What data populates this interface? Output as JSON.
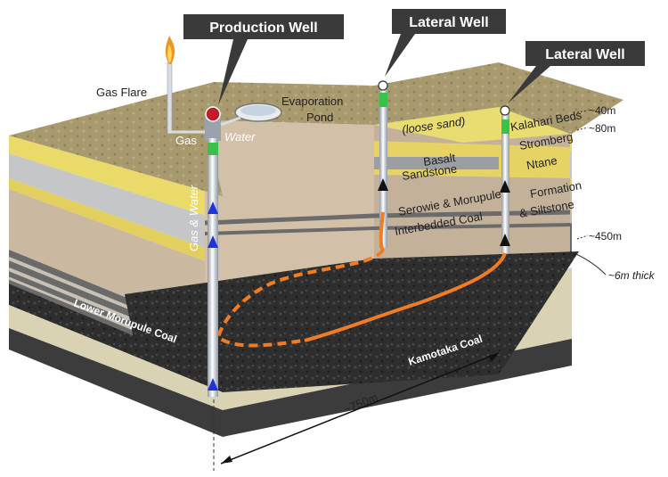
{
  "wells": {
    "production_label": "Production Well",
    "lateral_label_1": "Lateral Well",
    "lateral_label_2": "Lateral Well"
  },
  "surface": {
    "gas_flare": "Gas Flare",
    "evaporation_pond_line1": "Evaporation",
    "evaporation_pond_line2": "Pond",
    "gas": "Gas",
    "water": "Water",
    "gas_and_water": "Gas & Water"
  },
  "layers": {
    "loose_sand": "(loose sand)",
    "kalahari_beds": "Kalahari Beds",
    "stromberg": "Stromberg",
    "basalt": "Basalt",
    "ntane": "Ntane",
    "sandstone": "Sandstone",
    "serowie_line1": "Serowie & Morupule",
    "serowie_line2": "Interbedded   Coal",
    "formation_line1": "Formation",
    "formation_line2": "& Siltstone",
    "lower_morupule_coal": "Lower Morupule Coal",
    "kamotaka_coal": "Kamotaka Coal"
  },
  "depths": {
    "d40": "~40m",
    "d80": "~80m",
    "d450": "~450m",
    "thickness": "~6m thick"
  },
  "dimension": {
    "length": "~750m"
  },
  "colors": {
    "tag_bg": "#3a3a3a",
    "sand_yellow": "#e8d760",
    "ground_tan": "#cdb9a2",
    "coal_dark": "#2b2b2b",
    "beige_base": "#d9d3b3",
    "lateral_orange": "#f07c23",
    "arrow_blue": "#1f34d9",
    "pipe_green": "#39c24a"
  }
}
